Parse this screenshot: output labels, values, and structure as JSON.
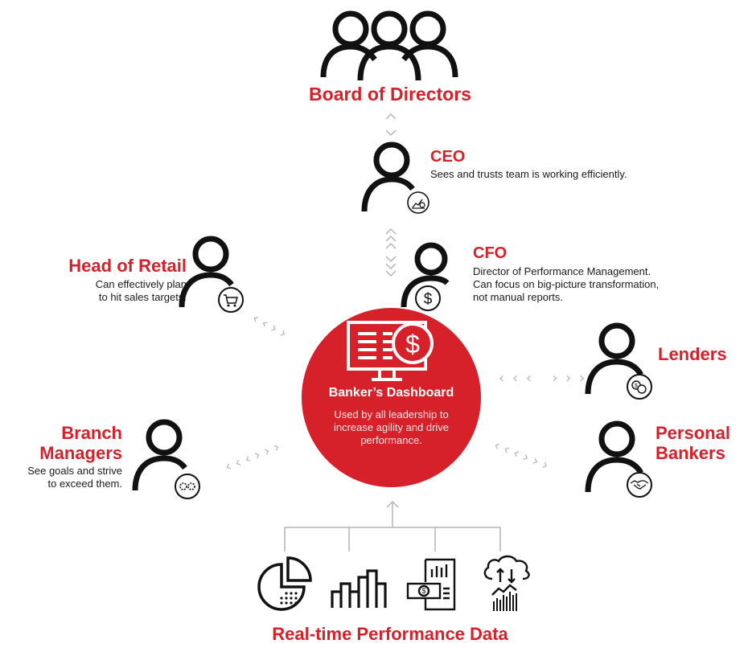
{
  "board": {
    "title": "Board of Directors"
  },
  "ceo": {
    "title": "CEO",
    "desc": "Sees and trusts team is working efficiently."
  },
  "cfo": {
    "title": "CFO",
    "desc_lines": [
      "Director of Performance Management.",
      "Can focus on big-picture transformation,",
      "not manual reports."
    ]
  },
  "head_retail": {
    "title": "Head of Retail",
    "desc_lines": [
      "Can effectively plan",
      "to hit sales targets."
    ]
  },
  "lenders": {
    "title": "Lenders"
  },
  "branch": {
    "title_lines": [
      "Branch",
      "Managers"
    ],
    "desc_lines": [
      "See goals and strive",
      "to exceed them."
    ]
  },
  "personal": {
    "title_lines": [
      "Personal",
      "Bankers"
    ]
  },
  "hub": {
    "title": "Banker’s Dashboard",
    "desc_lines": [
      "Used by all leadership to",
      "increase agility and drive",
      "performance."
    ]
  },
  "data": {
    "title": "Real-time Performance Data"
  },
  "icons": [
    "board-people-icon",
    "ceo-person-icon",
    "analytics-badge-icon",
    "cfo-person-icon",
    "dollar-badge-icon",
    "head-retail-person-icon",
    "cart-badge-icon",
    "lenders-person-icon",
    "coins-badge-icon",
    "branch-person-icon",
    "gears-badge-icon",
    "personal-bankers-person-icon",
    "handshake-badge-icon",
    "dashboard-monitor-icon",
    "pie-chart-icon",
    "bar-chart-icon",
    "financial-report-icon",
    "cloud-data-icon"
  ],
  "colors": {
    "accent": "#d6202a",
    "connector": "#b4b4b4",
    "icon": "#111111"
  }
}
